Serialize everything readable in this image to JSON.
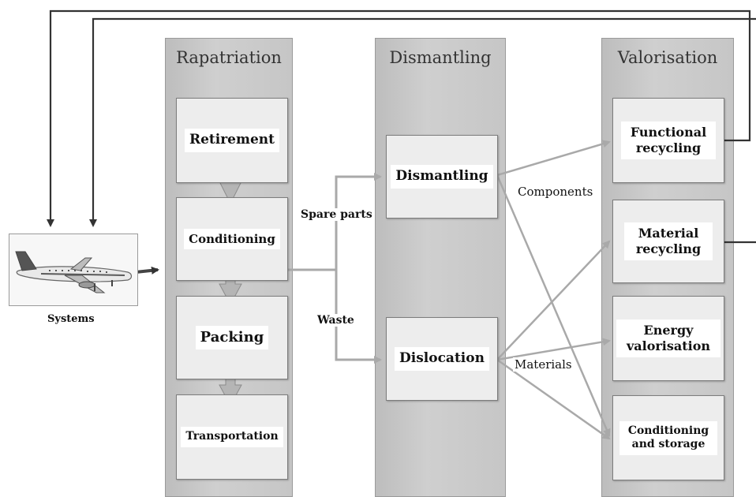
{
  "source": {
    "label": "Systems",
    "image_icon": "airplane-icon"
  },
  "columns": [
    {
      "title": "Rapatriation",
      "boxes": [
        "Retirement",
        "Conditioning",
        "Packing",
        "Transportation"
      ]
    },
    {
      "title": "Dismantling",
      "boxes": [
        "Dismantling",
        "Dislocation"
      ]
    },
    {
      "title": "Valorisation",
      "boxes": [
        "Functional recycling",
        "Material recycling",
        "Energy valorisation",
        "Conditioning and storage"
      ]
    }
  ],
  "flow_labels": {
    "spare_parts": "Spare parts",
    "waste": "Waste",
    "components": "Components",
    "materials": "Materials"
  },
  "colors": {
    "column_fill": "#c6c6c6",
    "box_fill": "#ededed",
    "arrow_gray": "#a9a9a9",
    "feedback_line": "#333333"
  }
}
